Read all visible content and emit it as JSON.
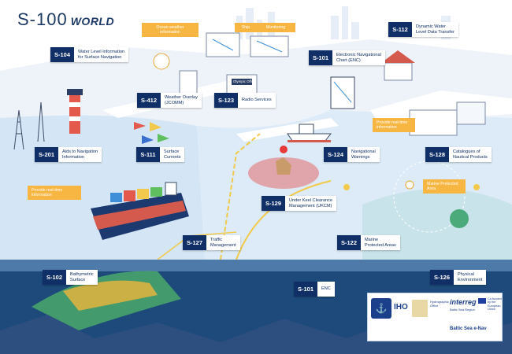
{
  "title": {
    "main": "S-100",
    "sub": "WORLD"
  },
  "labels": [
    {
      "id": "s104",
      "code": "S-104",
      "lines": [
        "Water Level Information",
        "for Surface Navigation"
      ]
    },
    {
      "id": "s412",
      "code": "S-412",
      "lines": [
        "Weather Overlay",
        "(JCOMM)"
      ]
    },
    {
      "id": "s123",
      "code": "S-123",
      "lines": [
        "Radio    Services"
      ]
    },
    {
      "id": "s101a",
      "code": "S-101",
      "lines": [
        "Electronic Navigational",
        "Chart (ENC)"
      ]
    },
    {
      "id": "s112",
      "code": "S-112",
      "lines": [
        "Dynamic Water",
        "Level Data Transfer"
      ]
    },
    {
      "id": "s201",
      "code": "S-201",
      "lines": [
        "Aids to Navigation",
        "Information"
      ]
    },
    {
      "id": "s111",
      "code": "S-111",
      "lines": [
        "Surface",
        "Currents"
      ]
    },
    {
      "id": "s124",
      "code": "S-124",
      "lines": [
        "Navigational",
        "Warnings"
      ]
    },
    {
      "id": "s128",
      "code": "S-128",
      "lines": [
        "Catalogues of",
        "Nautical Products"
      ]
    },
    {
      "id": "s129",
      "code": "S-129",
      "lines": [
        "Under Keel Clearance",
        "Management (UKCM)"
      ]
    },
    {
      "id": "s127",
      "code": "S-127",
      "lines": [
        "Traffic",
        "Management"
      ]
    },
    {
      "id": "s122",
      "code": "S-122",
      "lines": [
        "Marine",
        "Protected Areas"
      ]
    },
    {
      "id": "s102",
      "code": "S-102",
      "lines": [
        "Bathymetric",
        "Surface"
      ]
    },
    {
      "id": "s101b",
      "code": "S-101",
      "lines": [
        "ENC"
      ]
    },
    {
      "id": "s126",
      "code": "S-126",
      "lines": [
        "Physical",
        "Environment"
      ]
    }
  ],
  "notes": {
    "ocean_weather": "Ocean weather information",
    "ship": "Ship",
    "monitoring": "Monitoring",
    "realtime_right": "Provide real-time information",
    "realtime_left": "Provide real-time information",
    "marine_protected": "Marine Protected Area"
  },
  "signs": {
    "olympic": "Olympic Office"
  },
  "partners": {
    "iho": "IHO",
    "hydro_office": "Hydrographic Office",
    "interreg": "interreg",
    "baltic_region": "Baltic Sea Region",
    "eu": "Co-funded by the European Union",
    "baltic_nav": "Baltic Sea e-Nav"
  },
  "colors": {
    "label_dark": "#0f2f66",
    "note_orange": "#f7b541",
    "water": "#d4e6f5",
    "deep_sea": "#1d4a7a",
    "land": "#eef3f9"
  }
}
